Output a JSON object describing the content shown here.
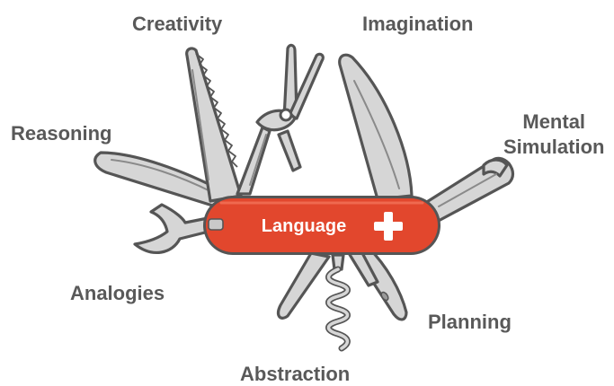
{
  "handle": {
    "label": "Language",
    "color": "#e2472d"
  },
  "tools": [
    {
      "label": "Creativity"
    },
    {
      "label": "Imagination"
    },
    {
      "label": "Reasoning"
    },
    {
      "label": "Mental\nSimulation"
    },
    {
      "label": "Analogies"
    },
    {
      "label": "Planning"
    },
    {
      "label": "Abstraction"
    }
  ],
  "icons": {
    "handle": "swiss-cross-icon",
    "saw": "saw-blade-icon",
    "scissors": "scissors-icon",
    "knife": "knife-blade-icon",
    "bottle_opener": "bottle-opener-icon",
    "wrench": "wrench-icon",
    "small_blade": "small-blade-icon",
    "corkscrew": "corkscrew-icon"
  }
}
